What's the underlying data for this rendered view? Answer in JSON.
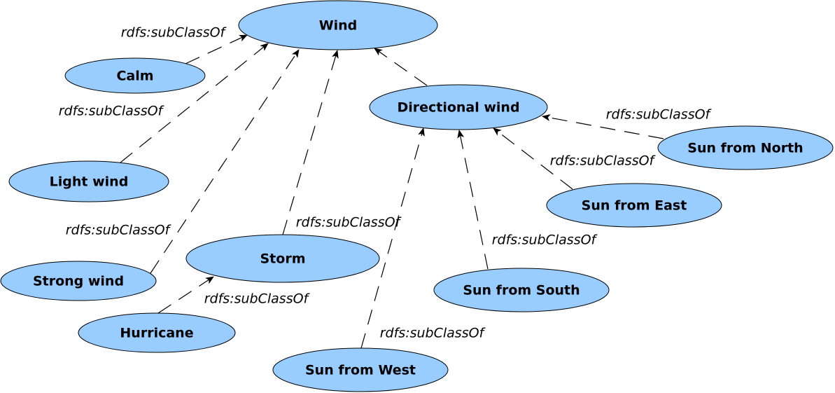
{
  "diagram": {
    "colors": {
      "node_fill": "#99ccff",
      "node_stroke": "#000000",
      "edge": "#000000"
    },
    "nodes": [
      {
        "id": "wind",
        "label": "Wind"
      },
      {
        "id": "calm",
        "label": "Calm"
      },
      {
        "id": "light",
        "label": "Light wind"
      },
      {
        "id": "strong",
        "label": "Strong wind"
      },
      {
        "id": "storm",
        "label": "Storm"
      },
      {
        "id": "hurricane",
        "label": "Hurricane"
      },
      {
        "id": "directional",
        "label": "Directional wind"
      },
      {
        "id": "north",
        "label": "Sun from North"
      },
      {
        "id": "east",
        "label": "Sun from East"
      },
      {
        "id": "south",
        "label": "Sun from South"
      },
      {
        "id": "west",
        "label": "Sun from West"
      }
    ],
    "edges": [
      {
        "from": "calm",
        "to": "wind",
        "label": "rdfs:subClassOf"
      },
      {
        "from": "light",
        "to": "wind",
        "label": "rdfs:subClassOf"
      },
      {
        "from": "strong",
        "to": "wind",
        "label": "rdfs:subClassOf"
      },
      {
        "from": "storm",
        "to": "wind",
        "label": "rdfs:subClassOf"
      },
      {
        "from": "directional",
        "to": "wind",
        "label": ""
      },
      {
        "from": "hurricane",
        "to": "storm",
        "label": "rdfs:subClassOf"
      },
      {
        "from": "north",
        "to": "directional",
        "label": "rdfs:subClassOf"
      },
      {
        "from": "east",
        "to": "directional",
        "label": "rdfs:subClassOf"
      },
      {
        "from": "south",
        "to": "directional",
        "label": "rdfs:subClassOf"
      },
      {
        "from": "west",
        "to": "directional",
        "label": "rdfs:subClassOf"
      }
    ]
  }
}
